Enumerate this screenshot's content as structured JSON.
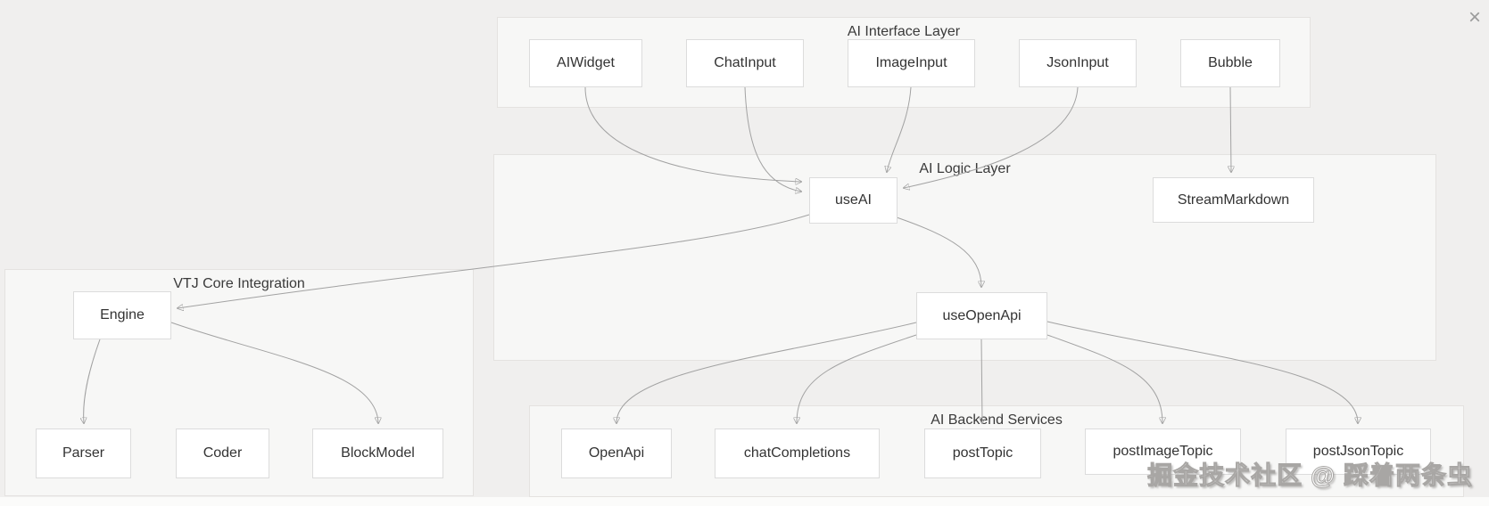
{
  "page": {
    "close_icon": "×",
    "watermark_text": "掘金技术社区 @ 踩着两条虫"
  },
  "colors": {
    "canvas_background": "#f0efee",
    "group_fill": "#f7f7f6",
    "group_border": "#e4e2e0",
    "node_fill": "#ffffff",
    "node_border": "#dcdcdc",
    "edge_line": "#a2a2a2",
    "arrowhead": "#8f8f8f",
    "text": "#333333",
    "watermark": "#ffffff"
  },
  "diagram": {
    "type": "flowchart",
    "groups": [
      {
        "label": "AI Interface Layer",
        "nodes": [
          "AIWidget",
          "ChatInput",
          "ImageInput",
          "JsonInput",
          "Bubble"
        ]
      },
      {
        "label": "AI Logic Layer",
        "nodes": [
          "useAI",
          "StreamMarkdown",
          "useOpenApi"
        ]
      },
      {
        "label": "VTJ Core Integration",
        "nodes": [
          "Engine",
          "Parser",
          "Coder",
          "BlockModel"
        ]
      },
      {
        "label": "AI Backend Services",
        "nodes": [
          "OpenApi",
          "chatCompletions",
          "postTopic",
          "postImageTopic",
          "postJsonTopic"
        ]
      }
    ],
    "edges": [
      {
        "from": "AIWidget",
        "to": "useAI"
      },
      {
        "from": "ChatInput",
        "to": "useAI"
      },
      {
        "from": "ImageInput",
        "to": "useAI"
      },
      {
        "from": "JsonInput",
        "to": "useAI"
      },
      {
        "from": "Bubble",
        "to": "StreamMarkdown"
      },
      {
        "from": "useAI",
        "to": "useOpenApi"
      },
      {
        "from": "useAI",
        "to": "Engine"
      },
      {
        "from": "Engine",
        "to": "Parser"
      },
      {
        "from": "Engine",
        "to": "BlockModel"
      },
      {
        "from": "useOpenApi",
        "to": "OpenApi"
      },
      {
        "from": "useOpenApi",
        "to": "chatCompletions"
      },
      {
        "from": "useOpenApi",
        "to": "postTopic"
      },
      {
        "from": "useOpenApi",
        "to": "postImageTopic"
      },
      {
        "from": "useOpenApi",
        "to": "postJsonTopic"
      }
    ]
  }
}
